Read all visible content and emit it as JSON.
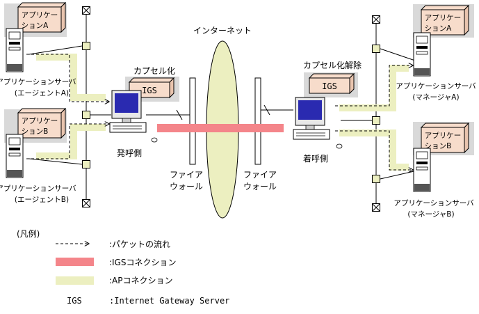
{
  "internet_label": "インターネット",
  "encapsulate_label": "カプセル化",
  "decapsulate_label": "カプセル化解除",
  "caller_label": "発呼側",
  "callee_label": "着呼側",
  "firewall_left_l1": "ファイア",
  "firewall_left_l2": "ウォール",
  "firewall_right_l1": "ファイア",
  "firewall_right_l2": "ウォール",
  "igs_left": "IGS",
  "igs_right": "IGS",
  "app_a_left_l1": "アプリケー",
  "app_a_left_l2": "ションA",
  "app_b_left_l1": "アプリケー",
  "app_b_left_l2": "ションB",
  "app_a_right_l1": "アプリケー",
  "app_a_right_l2": "ションA",
  "app_b_right_l1": "アプリケー",
  "app_b_right_l2": "ションB",
  "server_agent_a_l1": "アプリケーションサーバ",
  "server_agent_a_l2": "(エージェントA)",
  "server_agent_b_l1": "アプリケーションサーバ",
  "server_agent_b_l2": "(エージェントB)",
  "server_manager_a_l1": "アプリケーションサーバ",
  "server_manager_a_l2": "(マネージャA)",
  "server_manager_b_l1": "アプリケーションサーバ",
  "server_manager_b_l2": "(マネージャB)",
  "legend": {
    "title": "(凡例)",
    "packet_flow": ":パケットの流れ",
    "igs_connection": ":IGSコネクション",
    "ap_connection": ":APコネクション",
    "igs_abbr": "IGS",
    "igs_full": ":Internet Gateway Server"
  },
  "colors": {
    "igs_connection": "#f4858a",
    "ap_connection": "#ecefc0",
    "internet_cloud": "#ecefc0",
    "app_box": "#f7dccb",
    "panel": "#d9d9d9",
    "monitor_screen": "#2a2ab0"
  }
}
